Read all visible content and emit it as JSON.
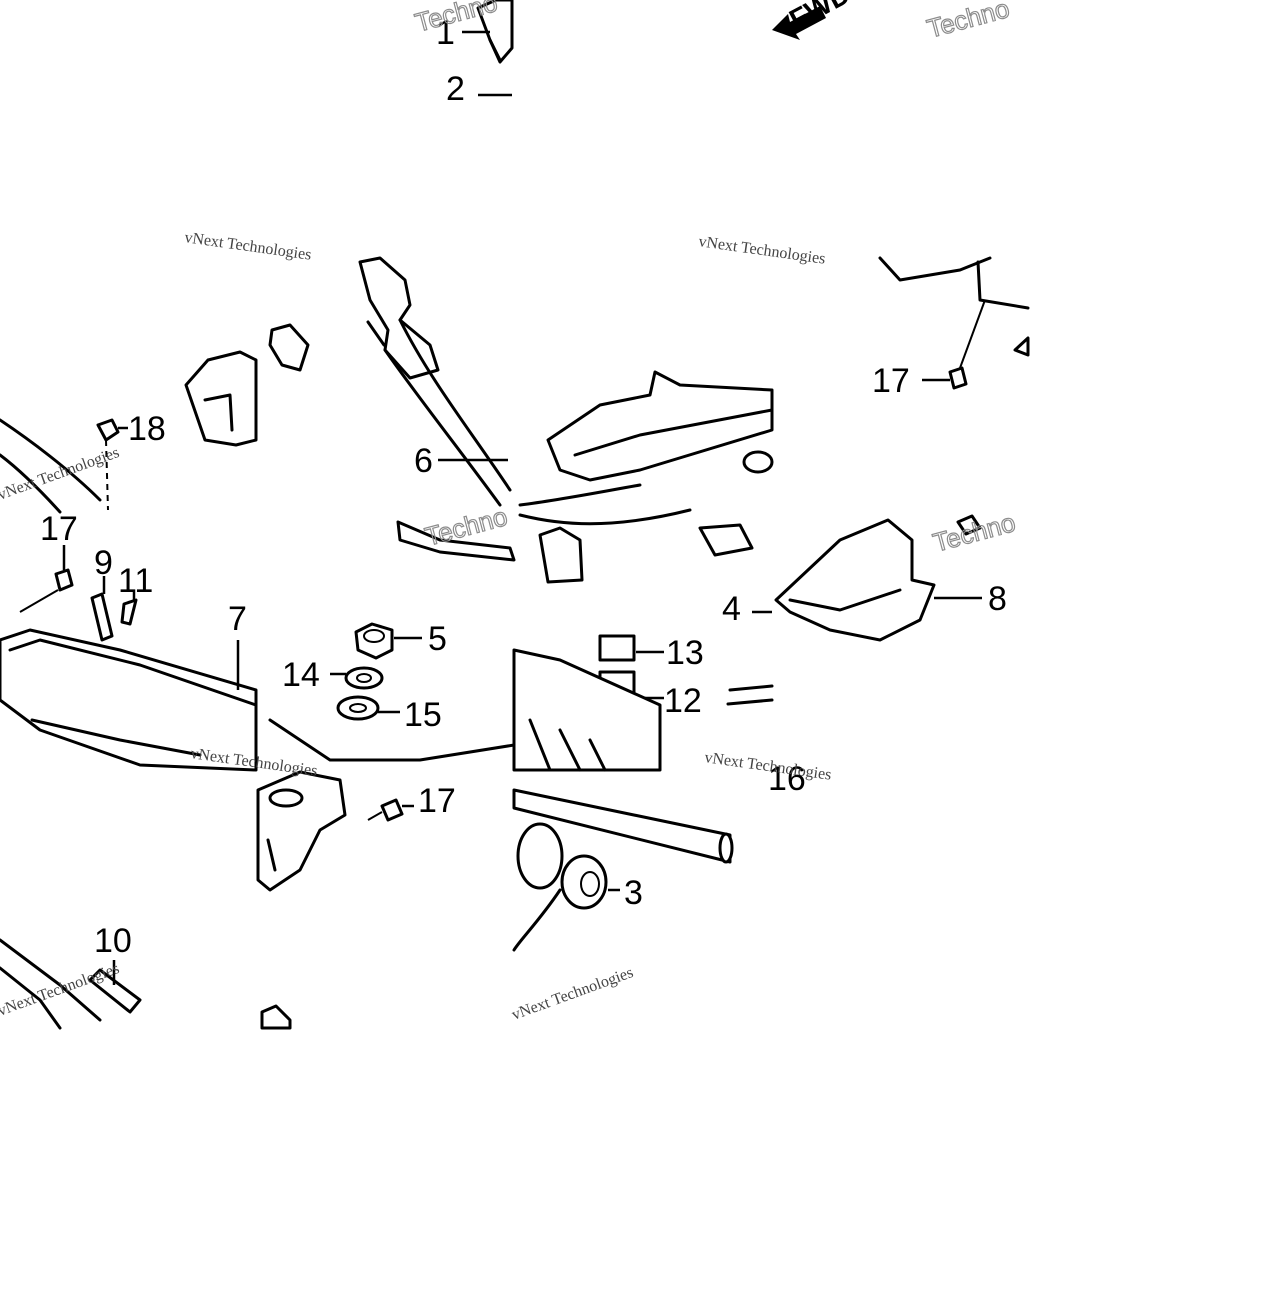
{
  "diagram": {
    "callouts": [
      "1",
      "2",
      "3",
      "4",
      "5",
      "6",
      "7",
      "8",
      "9",
      "10",
      "11",
      "12",
      "13",
      "14",
      "15",
      "16",
      "17",
      "17",
      "17",
      "18"
    ],
    "direction_label": "FWD",
    "watermark_primary": "Techno",
    "watermark_secondary": "vNext Technologies",
    "colors": {
      "ink": "#000000",
      "paper": "#ffffff",
      "watermark": "#8c8c8c"
    }
  }
}
